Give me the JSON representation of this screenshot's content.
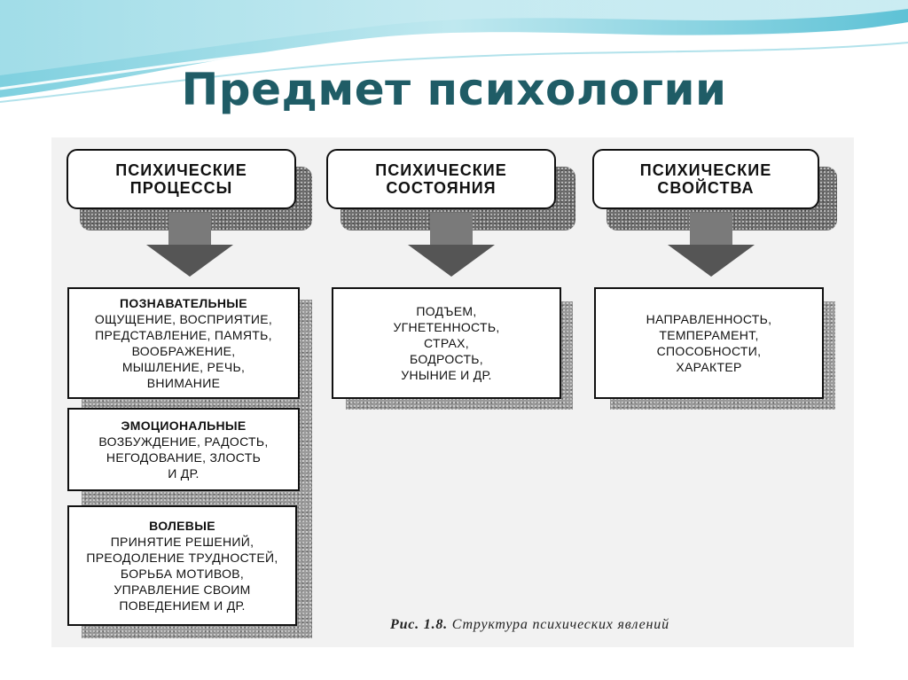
{
  "title": "Предмет психологии",
  "columns": [
    {
      "header": [
        "ПСИХИЧЕСКИЕ",
        "ПРОЦЕССЫ"
      ],
      "groups": [
        {
          "title": "ПОЗНАВАТЕЛЬНЫЕ",
          "lines": [
            "ОЩУЩЕНИЕ, ВОСПРИЯТИЕ,",
            "ПРЕДСТАВЛЕНИЕ, ПАМЯТЬ,",
            "ВООБРАЖЕНИЕ,",
            "МЫШЛЕНИЕ, РЕЧЬ,",
            "ВНИМАНИЕ"
          ]
        },
        {
          "title": "ЭМОЦИОНАЛЬНЫЕ",
          "lines": [
            "ВОЗБУЖДЕНИЕ, РАДОСТЬ,",
            "НЕГОДОВАНИЕ, ЗЛОСТЬ",
            "И ДР."
          ]
        },
        {
          "title": "ВОЛЕВЫЕ",
          "lines": [
            "ПРИНЯТИЕ РЕШЕНИЙ,",
            "ПРЕОДОЛЕНИЕ ТРУДНОСТЕЙ,",
            "БОРЬБА МОТИВОВ,",
            "УПРАВЛЕНИЕ СВОИМ",
            "ПОВЕДЕНИЕМ И ДР."
          ]
        }
      ]
    },
    {
      "header": [
        "ПСИХИЧЕСКИЕ",
        "СОСТОЯНИЯ"
      ],
      "groups": [
        {
          "title": "",
          "lines": [
            "ПОДЪЕМ,",
            "УГНЕТЕННОСТЬ,",
            "СТРАХ,",
            "БОДРОСТЬ,",
            "УНЫНИЕ И ДР."
          ]
        }
      ]
    },
    {
      "header": [
        "ПСИХИЧЕСКИЕ",
        "СВОЙСТВА"
      ],
      "groups": [
        {
          "title": "",
          "lines": [
            "НАПРАВЛЕННОСТЬ,",
            "ТЕМПЕРАМЕНТ,",
            "СПОСОБНОСТИ,",
            "ХАРАКТЕР"
          ]
        }
      ]
    }
  ],
  "caption": {
    "label": "Рис. 1.8.",
    "text": "Структура психических явлений"
  }
}
